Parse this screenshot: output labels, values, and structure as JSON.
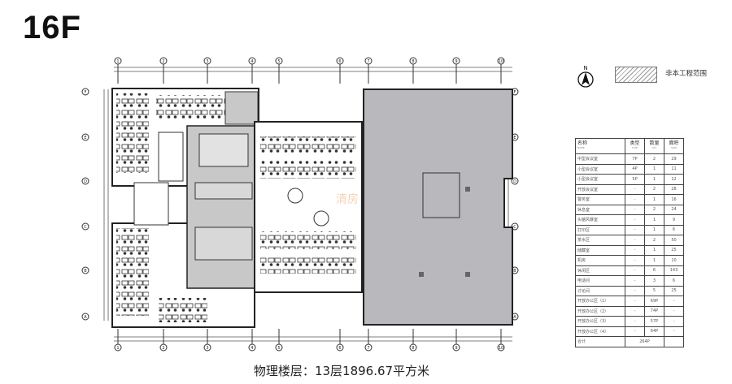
{
  "floor": {
    "label": "16F"
  },
  "caption": {
    "prefix": "物理楼层：",
    "text": "13层1896.67平方米"
  },
  "legend": {
    "north_label": "N",
    "north_icon": "north-arrow-icon",
    "hatch_label": "非本工程范围"
  },
  "grid": {
    "columns": [
      "1",
      "2",
      "3",
      "4",
      "5",
      "6",
      "7",
      "8",
      "9",
      "10"
    ],
    "rows": [
      "F",
      "E",
      "D",
      "C",
      "B",
      "A"
    ]
  },
  "schedule": {
    "headers": [
      {
        "label": "名称",
        "sub": "NAME"
      },
      {
        "label": "类型",
        "sub": "TYPE"
      },
      {
        "label": "数量",
        "sub": "QTY"
      },
      {
        "label": "面积",
        "sub": "SQM"
      }
    ],
    "rows": [
      {
        "name": "中型会议室",
        "type": "7P",
        "qty": "2",
        "area": "29"
      },
      {
        "name": "小型会议室",
        "type": "4P",
        "qty": "1",
        "area": "11"
      },
      {
        "name": "小型会议室",
        "type": "5P",
        "qty": "1",
        "area": "12"
      },
      {
        "name": "开放会议室",
        "type": "-",
        "qty": "2",
        "area": "28"
      },
      {
        "name": "警务室",
        "type": "-",
        "qty": "1",
        "area": "16"
      },
      {
        "name": "休息室",
        "type": "-",
        "qty": "2",
        "area": "24"
      },
      {
        "name": "头脑风暴室",
        "type": "-",
        "qty": "1",
        "area": "9"
      },
      {
        "name": "打印区",
        "type": "-",
        "qty": "1",
        "area": "6"
      },
      {
        "name": "茶水区",
        "type": "-",
        "qty": "2",
        "area": "50"
      },
      {
        "name": "储藏室",
        "type": "-",
        "qty": "1",
        "area": "25"
      },
      {
        "name": "机房",
        "type": "-",
        "qty": "1",
        "area": "10"
      },
      {
        "name": "休闲区",
        "type": "-",
        "qty": "6",
        "area": "143"
      },
      {
        "name": "电话间",
        "type": "-",
        "qty": "3",
        "area": "6"
      },
      {
        "name": "讨论间",
        "type": "-",
        "qty": "5",
        "area": "25"
      },
      {
        "name": "开放办公区（1）",
        "type": "-",
        "qty": "69P",
        "area": "-"
      },
      {
        "name": "开放办公区（2）",
        "type": "-",
        "qty": "74P",
        "area": "-"
      },
      {
        "name": "开放办公区（3）",
        "type": "-",
        "qty": "57P",
        "area": "-"
      },
      {
        "name": "开放办公区（4）",
        "type": "-",
        "qty": "64P",
        "area": "-"
      }
    ],
    "total": {
      "label": "合计",
      "value": "264P"
    }
  },
  "colors": {
    "non_project_fill": "#b9b9bd",
    "core_fill": "#c8c8c8",
    "wall": "#222222",
    "watermark": "#e8a060"
  }
}
